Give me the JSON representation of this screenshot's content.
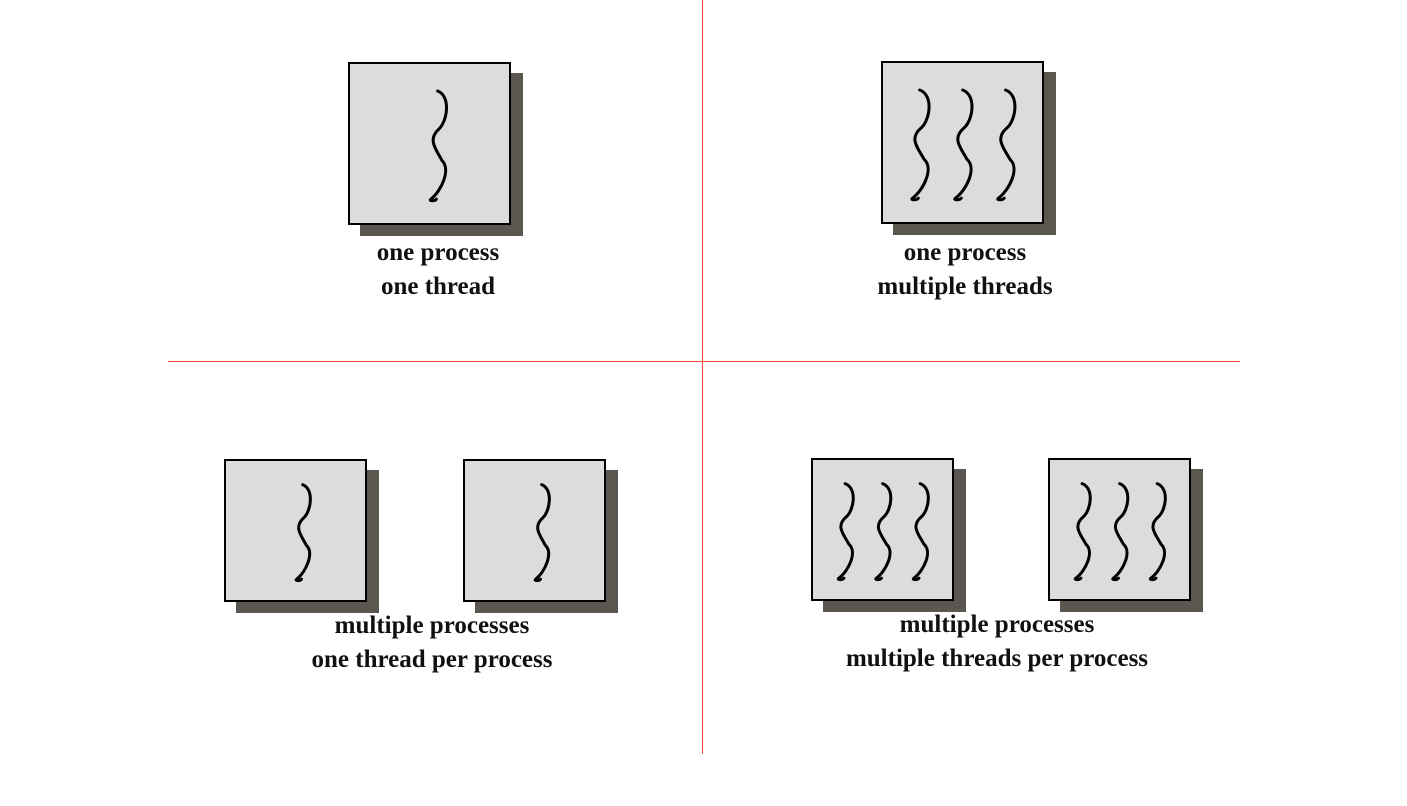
{
  "diagram": {
    "quadrants": [
      {
        "id": "top-left",
        "caption_line1": "one process",
        "caption_line2": "one thread",
        "processes": 1,
        "threads_per_process": 1
      },
      {
        "id": "top-right",
        "caption_line1": "one process",
        "caption_line2": "multiple threads",
        "processes": 1,
        "threads_per_process": 3
      },
      {
        "id": "bottom-left",
        "caption_line1": "multiple processes",
        "caption_line2": "one thread per process",
        "processes": 2,
        "threads_per_process": 1
      },
      {
        "id": "bottom-right",
        "caption_line1": "multiple processes",
        "caption_line2": "multiple threads per process",
        "processes": 2,
        "threads_per_process": 3
      }
    ],
    "colors": {
      "divider": "#ef4a3a",
      "process_fill": "#dcdcdc",
      "process_shadow": "#5c5650",
      "thread_stroke": "#000000"
    },
    "icons": {
      "process": "process-box-icon",
      "thread": "thread-squiggle-icon"
    }
  }
}
